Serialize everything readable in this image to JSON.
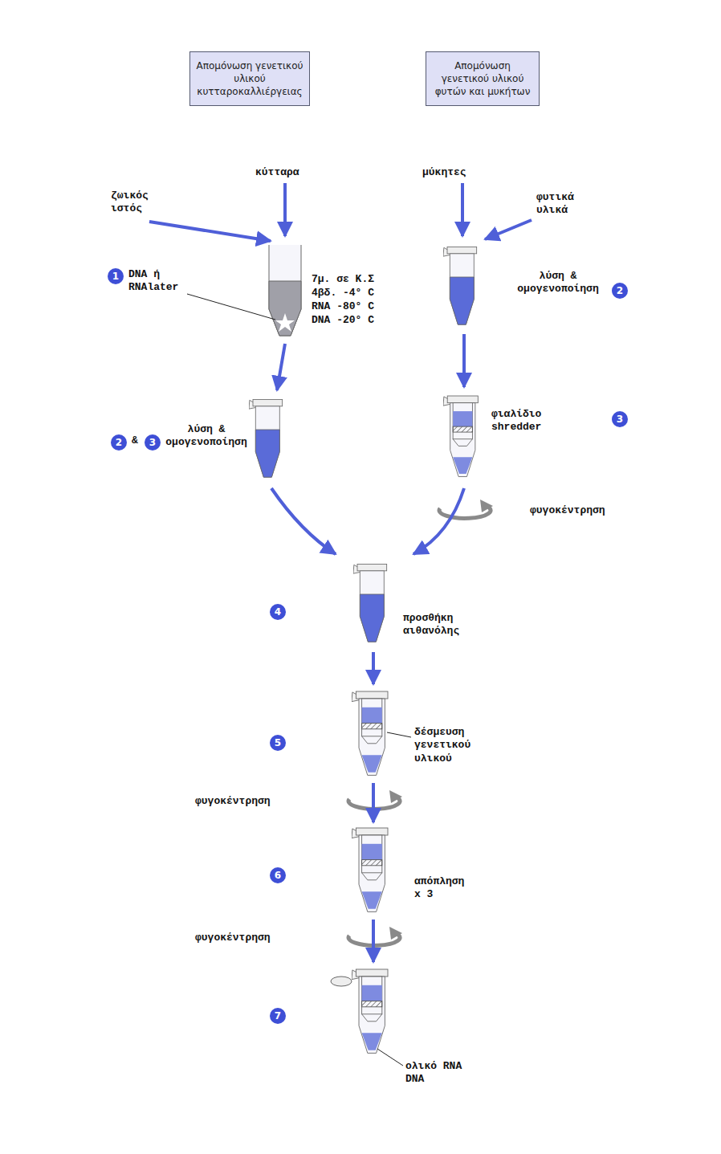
{
  "diagram": {
    "nodes": [
      {
        "text": [
          "Απομόνωση γενετικού υλικού κυτταροκαλλιέργειας"
        ]
      },
      {
        "text": [
          "Απομόνωση γενετικού υλικού φυτών και μυκήτων"
        ]
      }
    ],
    "labels": [
      "ζωικός ιστός",
      "κύτταρα",
      "μύκητες",
      "φυτικά υλικά",
      "1",
      "DNA ή RNAlater",
      "7μ. σε Κ.Σ",
      "4βδ. -4° C",
      "RNA -80° C",
      "DNA -20° C",
      "λύση & ομογενοποίηση",
      "2",
      "2",
      "&",
      "3",
      "λύση & ομογενοποίηση",
      "φιαλίδιο shredder",
      "3",
      "φυγοκέντρηση",
      "4",
      "προσθήκη αιθανόλης",
      "5",
      "δέσμευση γενετικού υλικού",
      "φυγοκέντρηση",
      "6",
      "απόπληση x 3",
      "φυγοκέντρηση",
      "7",
      "ολικό RNA DNA"
    ]
  }
}
